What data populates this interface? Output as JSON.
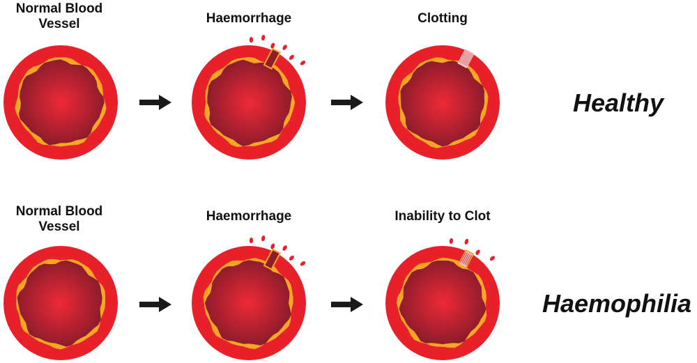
{
  "rows": [
    {
      "label": "Healthy",
      "stages": [
        {
          "title": "Normal Blood\nVessel",
          "state": "normal"
        },
        {
          "title": "Haemorrhage",
          "state": "haemorrhage"
        },
        {
          "title": "Clotting",
          "state": "clotting"
        }
      ]
    },
    {
      "label": "Haemophilia",
      "stages": [
        {
          "title": "Normal Blood\nVessel",
          "state": "normal"
        },
        {
          "title": "Haemorrhage",
          "state": "haemorrhage"
        },
        {
          "title": "Inability to Clot",
          "state": "inability-to-clot"
        }
      ]
    }
  ],
  "colors": {
    "outer_wall": "#e8202a",
    "inner_lining": "#f5a623",
    "lumen_center": "#ee2a36",
    "lumen_edge": "#8e1c2c",
    "arrow": "#1a1a1a"
  }
}
